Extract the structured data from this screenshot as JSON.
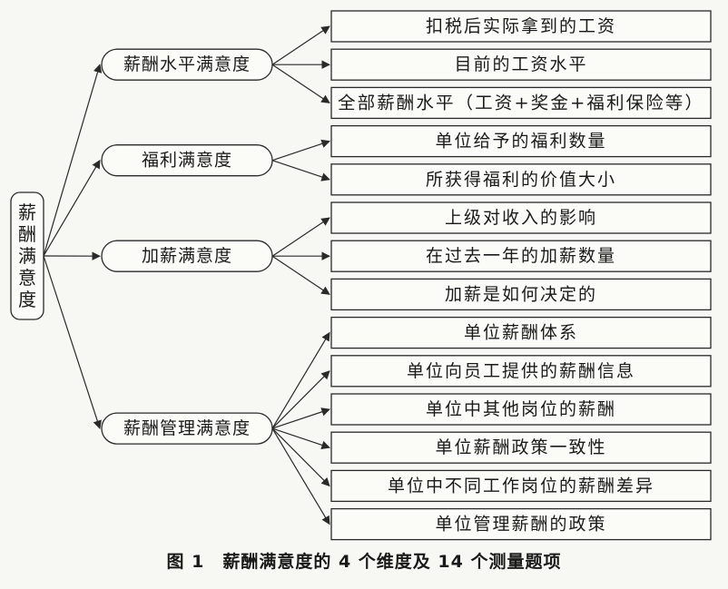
{
  "root": {
    "label": "薪酬满意度"
  },
  "dimensions": [
    {
      "label": "薪酬水平满意度",
      "items": [
        "扣税后实际拿到的工资",
        "目前的工资水平",
        "全部薪酬水平（工资+奖金+福利保险等）"
      ]
    },
    {
      "label": "福利满意度",
      "items": [
        "单位给予的福利数量",
        "所获得福利的价值大小"
      ]
    },
    {
      "label": "加薪满意度",
      "items": [
        "上级对收入的影响",
        "在过去一年的加薪数量",
        "加薪是如何决定的"
      ]
    },
    {
      "label": "薪酬管理满意度",
      "items": [
        "单位薪酬体系",
        "单位向员工提供的薪酬信息",
        "单位中其他岗位的薪酬",
        "单位薪酬政策一致性",
        "单位中不同工作岗位的薪酬差异",
        "单位管理薪酬的政策"
      ]
    }
  ],
  "caption": "图 1　薪酬满意度的 4 个维度及 14 个测量题项"
}
